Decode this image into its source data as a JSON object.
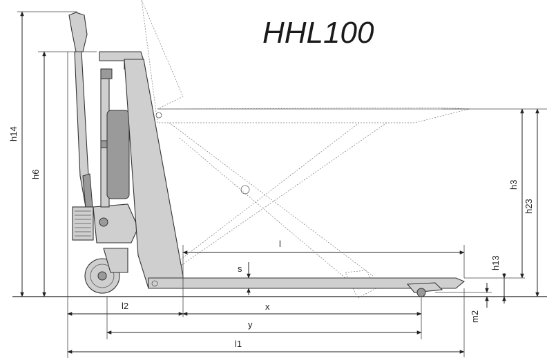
{
  "title": "HHL100",
  "labels": {
    "h14": "h14",
    "h6": "h6",
    "h3": "h3",
    "h23": "h23",
    "h13": "h13",
    "l": "l",
    "s": "s",
    "m2": "m2",
    "l2": "l2",
    "x": "x",
    "y": "y",
    "l1": "l1"
  }
}
